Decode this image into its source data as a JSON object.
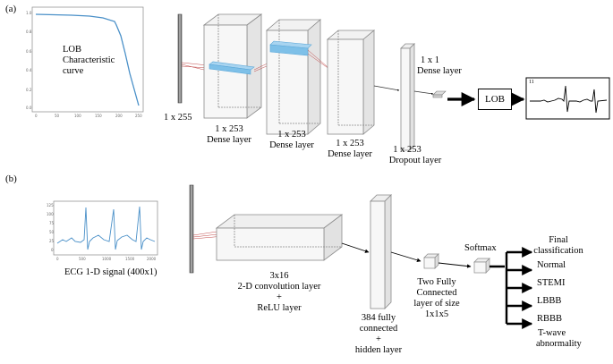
{
  "panel_a": {
    "label": "(a)",
    "lob_title": [
      "LOB",
      "Characteristic",
      "curve"
    ],
    "lob_yticks": [
      "1.0",
      "0.8",
      "0.6",
      "0.4",
      "0.2",
      "0.0"
    ],
    "lob_xticks": [
      "0",
      "50",
      "100",
      "150",
      "200",
      "250"
    ],
    "input_label": "1 x 255",
    "dense1": [
      "1 x 253",
      "Dense layer"
    ],
    "dense2": [
      "1 x 253",
      "Dense layer"
    ],
    "dense3": [
      "1 x 253",
      "Dense layer"
    ],
    "dropout": [
      "1 x 253",
      "Dropout layer"
    ],
    "dense_out": [
      "1 x 1",
      "Dense layer"
    ],
    "lob_box": "LOB",
    "ecg_box_marker": "11"
  },
  "panel_b": {
    "label": "(b)",
    "ecg_caption": "ECG 1-D signal (400x1)",
    "ecg_yticks": [
      "125",
      "100",
      "75",
      "50",
      "25",
      "0"
    ],
    "ecg_xticks": [
      "0",
      "500",
      "1000",
      "1500",
      "2000"
    ],
    "conv": [
      "3x16",
      "2-D convolution layer",
      "+",
      "ReLU layer"
    ],
    "fc": [
      "384 fully",
      "connected",
      "+",
      "hidden layer"
    ],
    "two_fc": [
      "Two Fully",
      "Connected",
      "layer of size",
      "1x1x5"
    ],
    "softmax": "Softmax",
    "final_title": [
      "Final",
      "classification"
    ],
    "classes": [
      "Normal",
      "STEMI",
      "LBBB",
      "RBBB",
      "T-wave",
      "abnormality"
    ]
  },
  "colors": {
    "blue": "#5ba7d8",
    "edge": "#8a8a8a",
    "red": "#c04848",
    "line": "#4a90c8"
  }
}
